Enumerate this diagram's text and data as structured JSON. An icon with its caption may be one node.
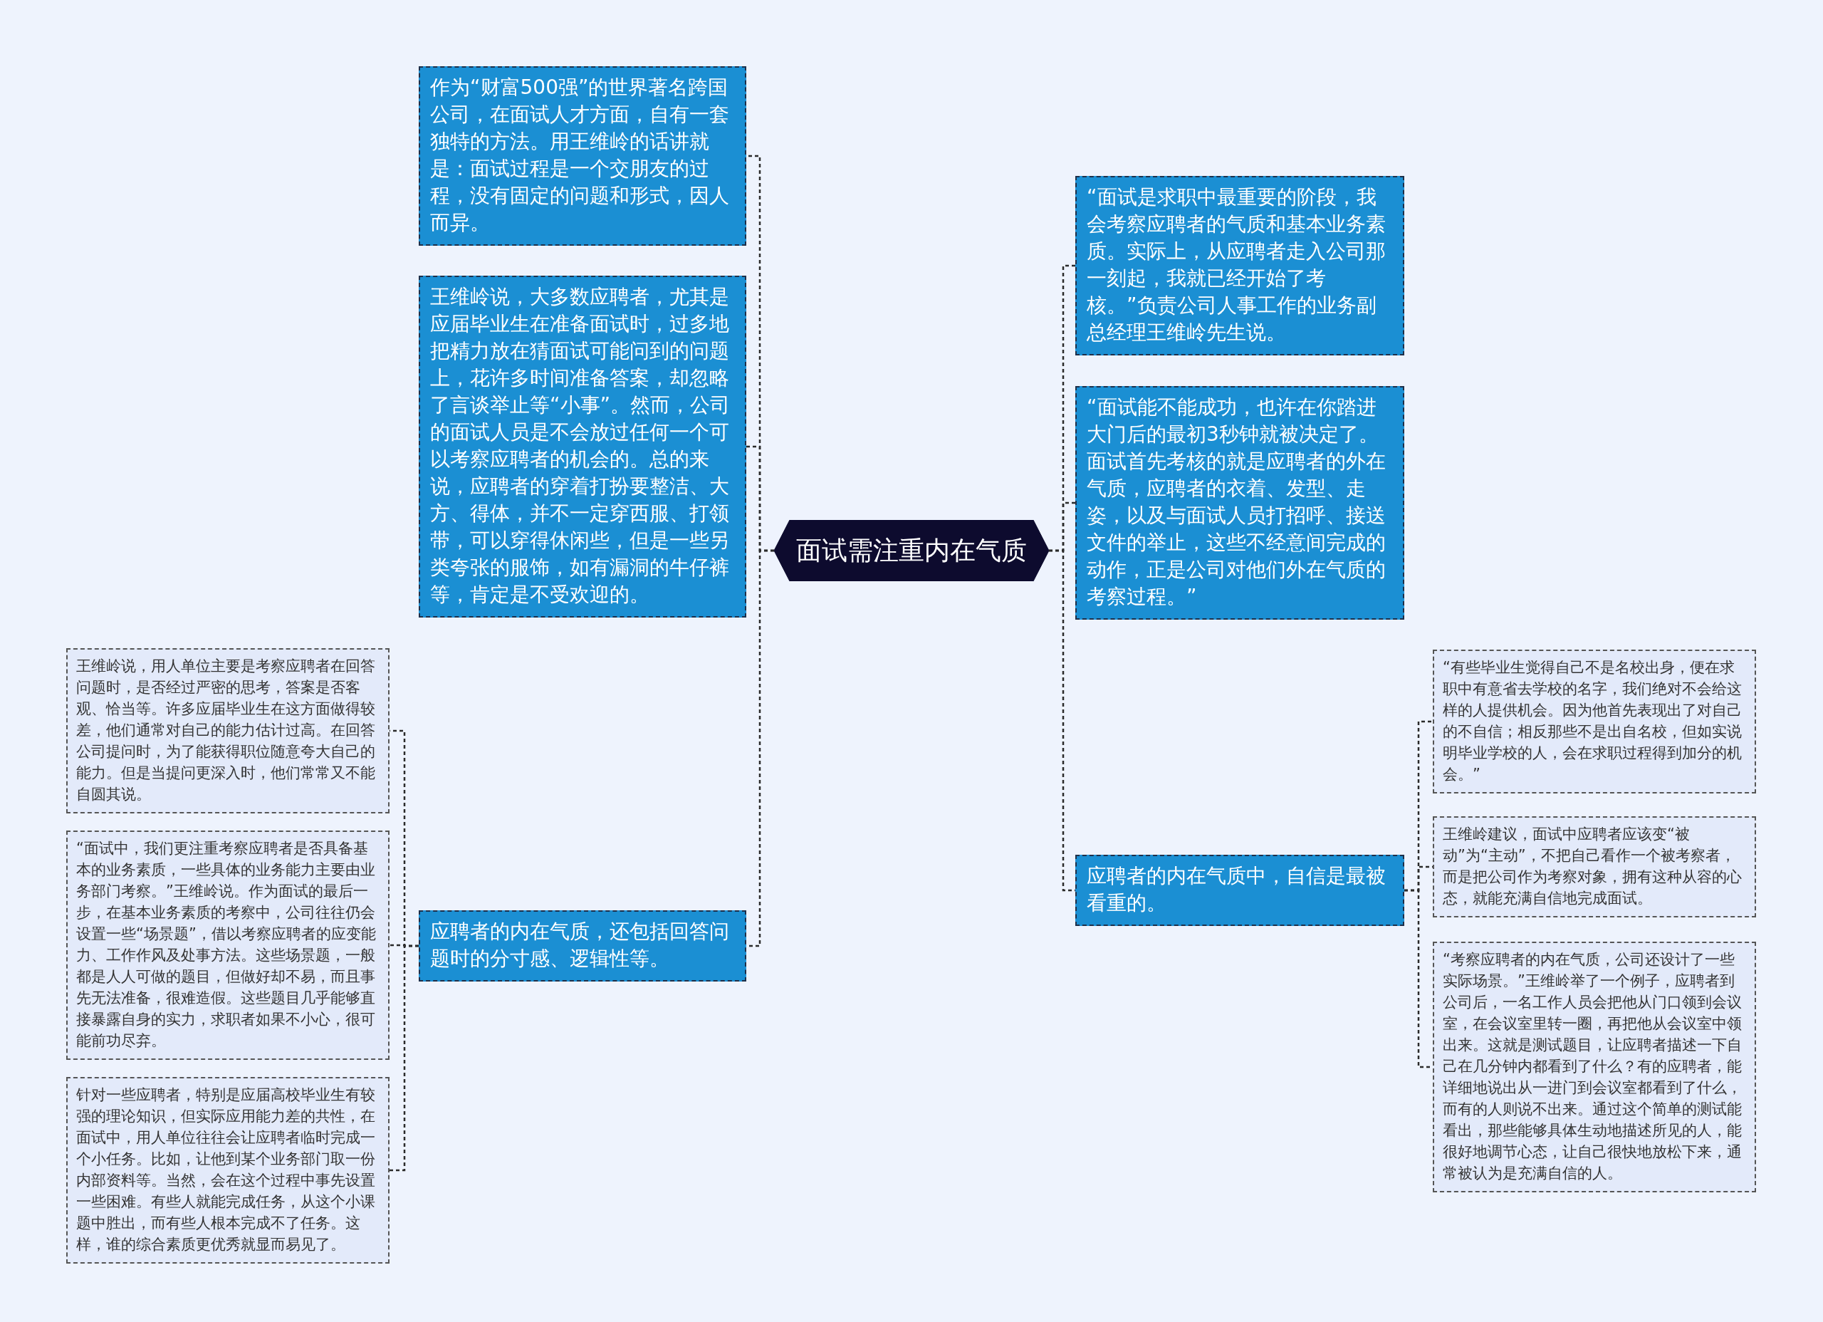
{
  "diagram": {
    "nodes": [
      {
        "text": [
          "面试需注重内在气质"
        ]
      },
      {
        "text": [
          "作为“财富500强”的世界著名跨国公司，在面试人才方面，自有一套独特的方法。用王维岭的话讲就是：面试过程是一个交朋友的过程，没有固定的问题和形式，因人而异。"
        ]
      },
      {
        "text": [
          "王维岭说，大多数应聘者，尤其是应届毕业生在准备面试时，过多地把精力放在猜面试可能问到的问题上，花许多时间准备答案，却忽略了言谈举止等“小事”。然而，公司的面试人员是不会放过任何一个可以考察应聘者的机会的。总的来说，应聘者的穿着打扮要整洁、大方、得体，并不一定穿西服、打领带，可以穿得休闲些，但是一些另类夸张的服饰，如有漏洞的牛仔裤等，肯定是不受欢迎的。"
        ]
      },
      {
        "text": [
          "应聘者的内在气质，还包括回答问题时的分寸感、逻辑性等。"
        ]
      },
      {
        "text": [
          "王维岭说，用人单位主要是考察应聘者在回答问题时，是否经过严密的思考，答案是否客观、恰当等。许多应届毕业生在这方面做得较差，他们通常对自己的能力估计过高。在回答公司提问时，为了能获得职位随意夸大自己的能力。但是当提问更深入时，他们常常又不能自圆其说。"
        ]
      },
      {
        "text": [
          "“面试中，我们更注重考察应聘者是否具备基本的业务素质，一些具体的业务能力主要由业务部门考察。”王维岭说。作为面试的最后一步，在基本业务素质的考察中，公司往往仍会设置一些“场景题”，借以考察应聘者的应变能力、工作作风及处事方法。这些场景题，一般都是人人可做的题目，但做好却不易，而且事先无法准备，很难造假。这些题目几乎能够直接暴露自身的实力，求职者如果不小心，很可能前功尽弃。"
        ]
      },
      {
        "text": [
          "针对一些应聘者，特别是应届高校毕业生有较强的理论知识，但实际应用能力差的共性，在面试中，用人单位往往会让应聘者临时完成一个小任务。比如，让他到某个业务部门取一份内部资料等。当然，会在这个过程中事先设置一些困难。有些人就能完成任务，从这个小课题中胜出，而有些人根本完成不了任务。这样，谁的综合素质更优秀就显而易见了。"
        ]
      },
      {
        "text": [
          "“面试是求职中最重要的阶段，我会考察应聘者的气质和基本业务素质。实际上，从应聘者走入公司那一刻起，我就已经开始了考核。”负责公司人事工作的业务副总经理王维岭先生说。"
        ]
      },
      {
        "text": [
          "“面试能不能成功，也许在你踏进大门后的最初3秒钟就被决定了。面试首先考核的就是应聘者的外在气质，应聘者的衣着、发型、走姿，以及与面试人员打招呼、接送文件的举止，这些不经意间完成的动作，正是公司对他们外在气质的考察过程。”"
        ]
      },
      {
        "text": [
          "应聘者的内在气质中，自信是最被看重的。"
        ]
      },
      {
        "text": [
          "“有些毕业生觉得自己不是名校出身，便在求职中有意省去学校的名字，我们绝对不会给这样的人提供机会。因为他首先表现出了对自己的不自信；相反那些不是出自名校，但如实说明毕业学校的人，会在求职过程得到加分的机会。”"
        ]
      },
      {
        "text": [
          "王维岭建议，面试中应聘者应该变“被动”为“主动”，不把自己看作一个被考察者，而是把公司作为考察对象，拥有这种从容的心态，就能充满自信地完成面试。"
        ]
      },
      {
        "text": [
          "“考察应聘者的内在气质，公司还设计了一些实际场景。”王维岭举了一个例子，应聘者到公司后，一名工作人员会把他从门口领到会议室，在会议室里转一圈，再把他从会议室中领出来。这就是测试题目，让应聘者描述一下自己在几分钟内都看到了什么？有的应聘者，能详细地说出从一进门到会议室都看到了什么，而有的人则说不出来。通过这个简单的测试能看出，那些能够具体生动地描述所见的人，能很好地调节心态，让自己很快地放松下来，通常被认为是充满自信的人。"
        ]
      }
    ],
    "edges": [
      {
        "from": 0,
        "to": 1,
        "arrow": "none"
      },
      {
        "from": 0,
        "to": 2,
        "arrow": "none"
      },
      {
        "from": 0,
        "to": 3,
        "arrow": "none"
      },
      {
        "from": 3,
        "to": 4,
        "arrow": "none"
      },
      {
        "from": 3,
        "to": 5,
        "arrow": "none"
      },
      {
        "from": 3,
        "to": 6,
        "arrow": "none"
      },
      {
        "from": 0,
        "to": 7,
        "arrow": "none"
      },
      {
        "from": 0,
        "to": 8,
        "arrow": "none"
      },
      {
        "from": 0,
        "to": 9,
        "arrow": "none"
      },
      {
        "from": 9,
        "to": 10,
        "arrow": "none"
      },
      {
        "from": 9,
        "to": 11,
        "arrow": "none"
      },
      {
        "from": 9,
        "to": 12,
        "arrow": "none"
      }
    ]
  }
}
